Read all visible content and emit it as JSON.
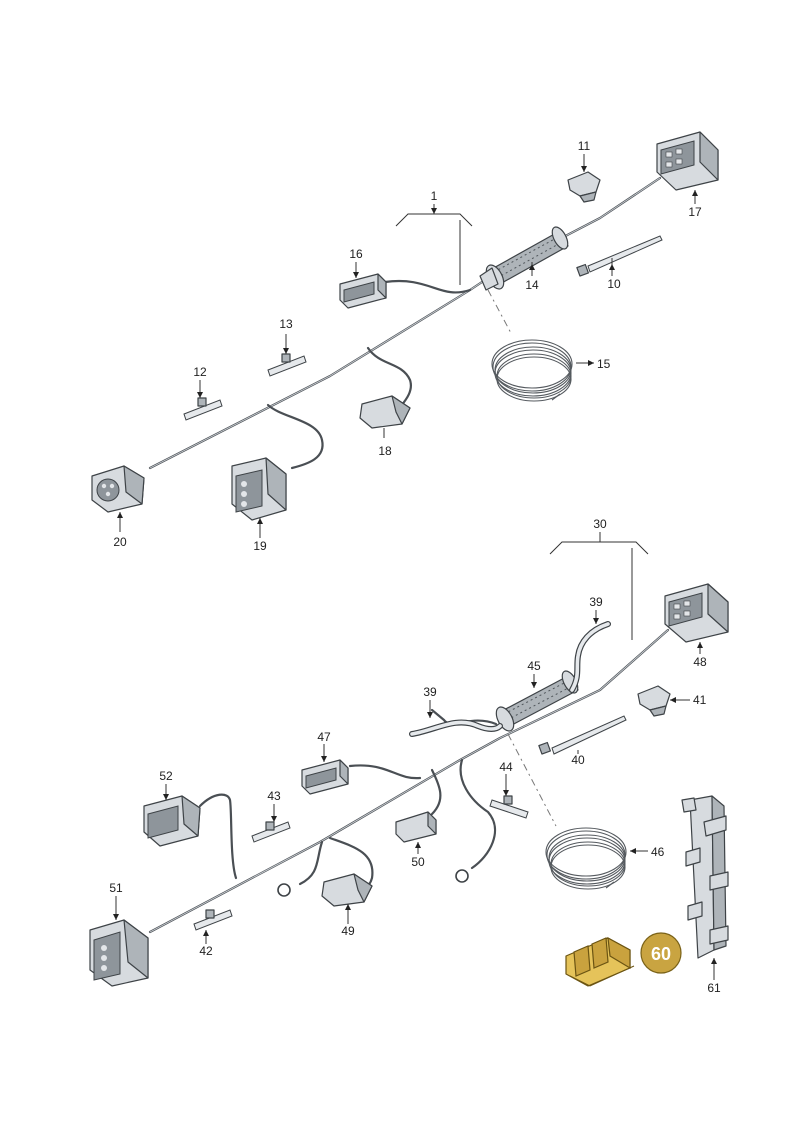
{
  "diagram": {
    "callouts": {
      "p1": "1",
      "p10": "10",
      "p11": "11",
      "p12": "12",
      "p13": "13",
      "p14": "14",
      "p15": "15",
      "p16": "16",
      "p17": "17",
      "p18": "18",
      "p19": "19",
      "p20": "20",
      "p30": "30",
      "p39a": "39",
      "p39b": "39",
      "p40": "40",
      "p41": "41",
      "p42": "42",
      "p43": "43",
      "p44": "44",
      "p45": "45",
      "p46": "46",
      "p47": "47",
      "p48": "48",
      "p49": "49",
      "p50": "50",
      "p51": "51",
      "p52": "52",
      "p61": "61"
    },
    "highlight": {
      "label": "60",
      "color": "#c9a441"
    },
    "colors": {
      "wire": "#4a4f54",
      "part": "#d7dbdf",
      "highlight_part": "#e5c35a"
    }
  }
}
